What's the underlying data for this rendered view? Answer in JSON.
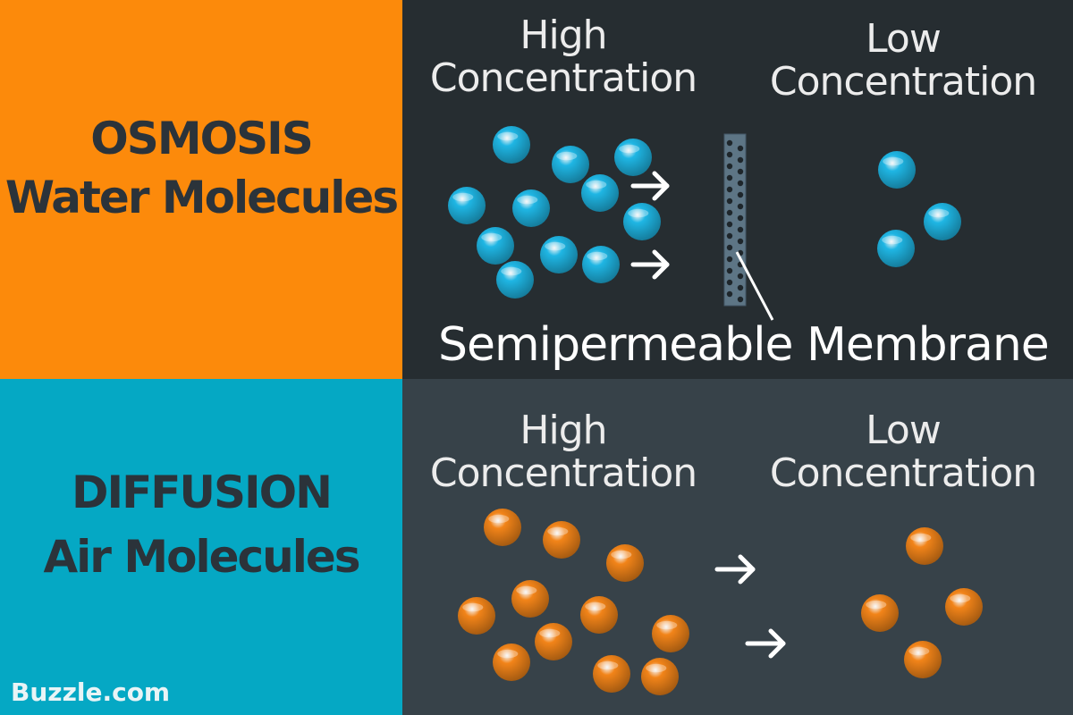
{
  "osmosis": {
    "title": "OSMOSIS",
    "subtitle": "Water Molecules",
    "high_label_line1": "High",
    "high_label_line2": "Concentration",
    "low_label_line1": "Low",
    "low_label_line2": "Concentration",
    "membrane_label": "Semipermeable Membrane",
    "molecule_color": "#1fb6e4",
    "panel_color": "#fc8a0b"
  },
  "diffusion": {
    "title": "DIFFUSION",
    "subtitle": "Air Molecules",
    "high_label_line1": "High",
    "high_label_line2": "Concentration",
    "low_label_line1": "Low",
    "low_label_line2": "Concentration",
    "molecule_color": "#f28419",
    "panel_color": "#05a8c4"
  },
  "watermark": "Buzzle.com",
  "icons": [
    "arrow-right-icon",
    "membrane-icon",
    "molecule-icon"
  ]
}
